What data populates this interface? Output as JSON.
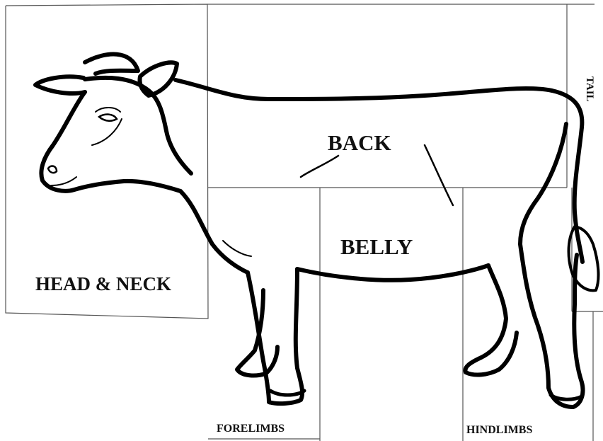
{
  "regions": {
    "head_neck": "HEAD & NECK",
    "back": "BACK",
    "belly": "BELLY",
    "forelimbs": "FORELIMBS",
    "hindlimbs": "HINDLIMBS",
    "tail": "TAIL"
  }
}
